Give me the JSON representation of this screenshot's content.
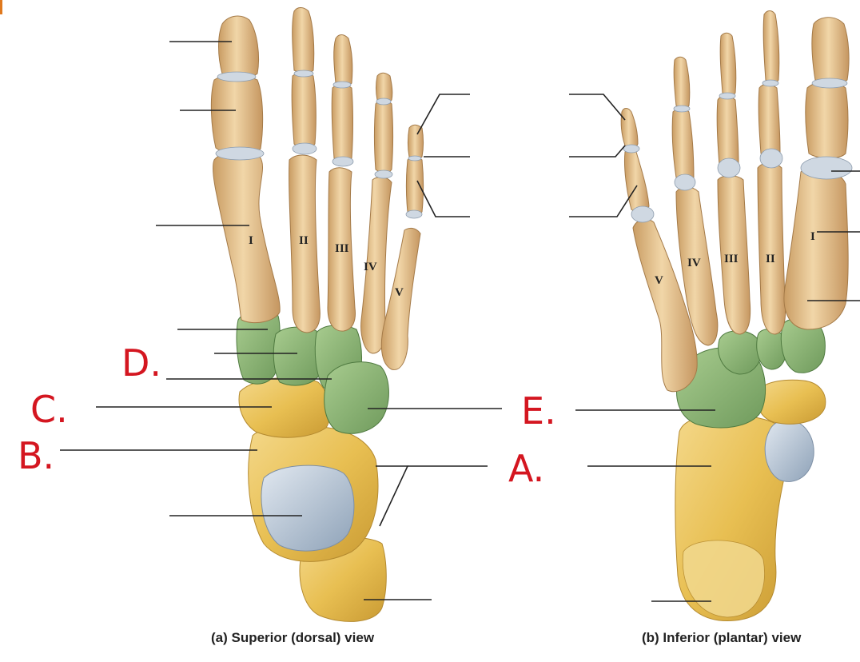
{
  "captions": {
    "superior": "(a) Superior (dorsal) view",
    "inferior": "(b) Inferior (plantar) view"
  },
  "metatarsal_numerals": {
    "superior": [
      "I",
      "II",
      "III",
      "IV",
      "V"
    ],
    "inferior": [
      "V",
      "IV",
      "III",
      "II",
      "I"
    ]
  },
  "handwritten_labels": {
    "A": "A.",
    "B": "B.",
    "C": "C.",
    "D": "D.",
    "E": "E."
  },
  "colors": {
    "phalanges_metatarsals": "#e8c894",
    "tarsal_green": "#8fb879",
    "tarsal_yellow": "#e9c25c",
    "talus_blue": "#b8c6d6",
    "cartilage": "#cfd8e2",
    "handwriting_red": "#d41620"
  }
}
